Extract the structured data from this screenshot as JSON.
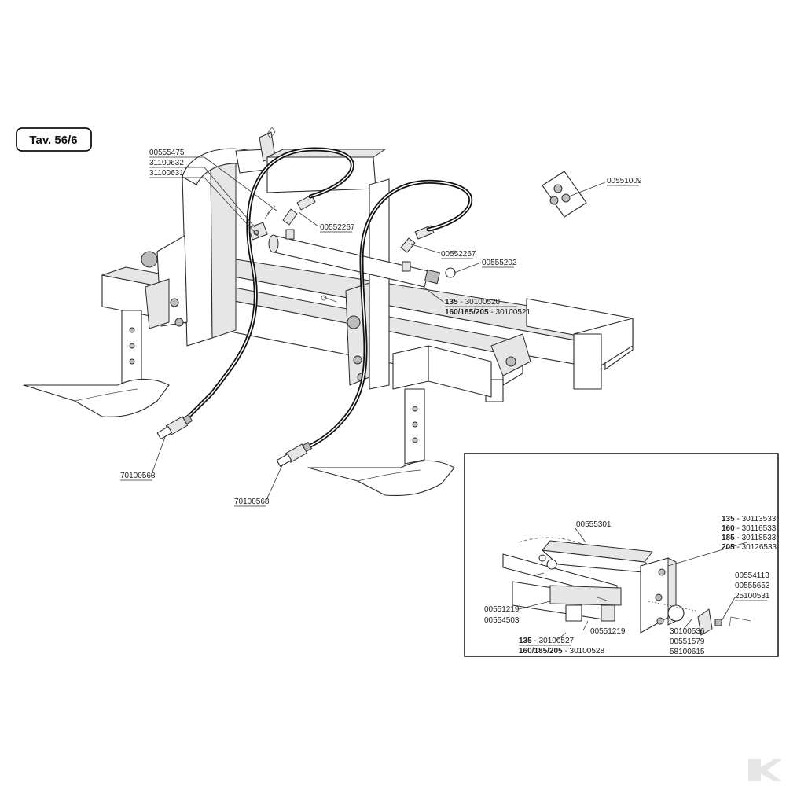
{
  "table_label": "Tav. 56/6",
  "callouts": {
    "c_00555475": "00555475",
    "c_31100632": "31100632",
    "c_31100631": "31100631",
    "c_00552267_a": "00552267",
    "c_00552267_b": "00552267",
    "c_00555202": "00555202",
    "c_00551009": "00551009",
    "cyl_135_prefix": "135",
    "cyl_135_code": " - 30100520",
    "cyl_160_prefix": "160/185/205",
    "cyl_160_code": " - 30100521",
    "c_70100568_a": "70100568",
    "c_70100568_b": "70100568"
  },
  "inset": {
    "c_00555301": "00555301",
    "c_00551219_a": "00551219",
    "c_00554503": "00554503",
    "c_00551219_b": "00551219",
    "c_135_prefix": "135",
    "c_135_code": " - 30100527",
    "c_160_prefix": "160/185/205",
    "c_160_code": " - 30100528",
    "s_135_prefix": "135",
    "s_135_code": " - 30113533",
    "s_160_prefix": "160",
    "s_160_code": " - 30116533",
    "s_185_prefix": "185",
    "s_185_code": " - 30118533",
    "s_205_prefix": "205",
    "s_205_code": " - 30126533",
    "c_00554113": "00554113",
    "c_00555653": "00555653",
    "c_25100531": "25100531",
    "c_30100536": "30100536",
    "c_00551579": "00551579",
    "c_58100615": "58100615"
  },
  "colors": {
    "line": "#2a2a2a",
    "hose": "#111111",
    "background": "#ffffff",
    "shade": "#e6e6e6"
  }
}
